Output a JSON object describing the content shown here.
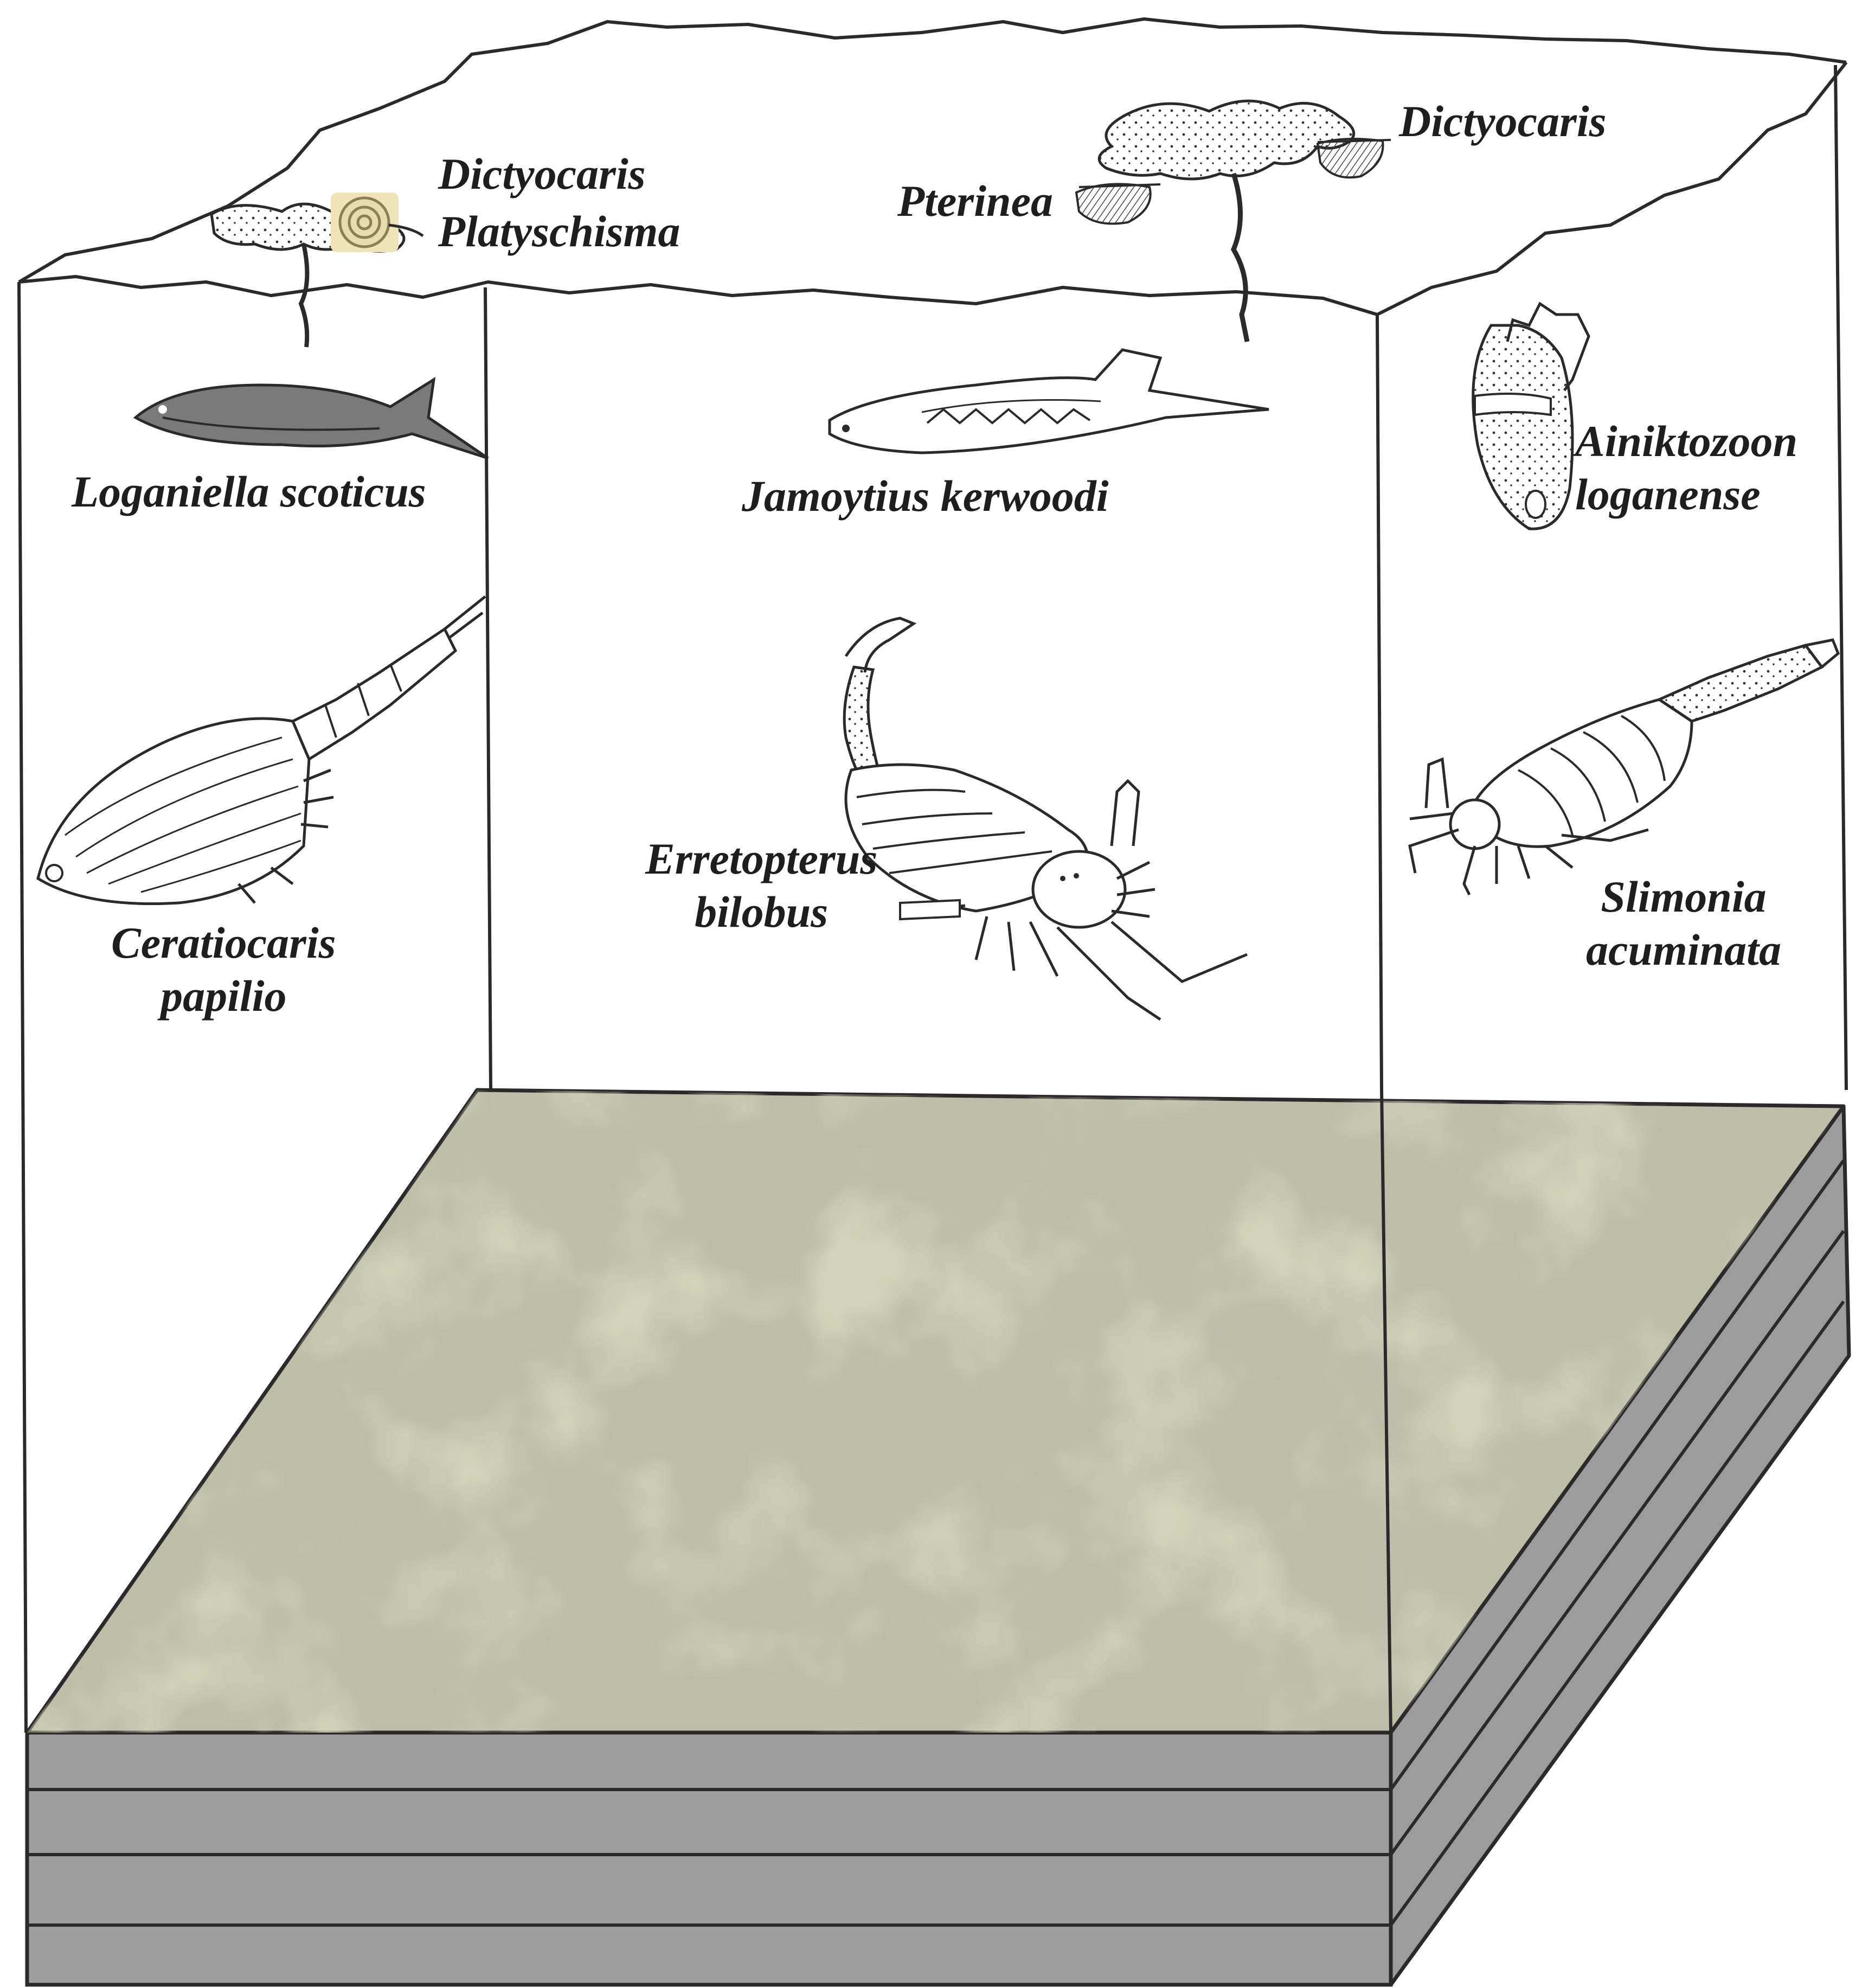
{
  "colors": {
    "line": "#2a2a2a",
    "sediment_surface": "#b8b8a0",
    "sediment_mottle": "#a9ab84",
    "sediment_side": "#9c9c9c",
    "sediment_side_dark": "#8e8e8e",
    "snail": "#e8dcae",
    "bivalve": "#8a8a8a"
  },
  "labels": {
    "dictyocaris_left": "Dictyocaris",
    "platyschisma": "Platyschisma",
    "pterinea": "Pterinea",
    "dictyocaris_right": "Dictyocaris",
    "loganiella": "Loganiella scoticus",
    "jamoytius": "Jamoytius kerwoodi",
    "ainiktozoon": {
      "line1": "Ainiktozoon",
      "line2": "loganense"
    },
    "ceratiocaris": {
      "line1": "Ceratiocaris",
      "line2": "papilio"
    },
    "erretopterus": {
      "line1": "Erretopterus",
      "line2": "bilobus"
    },
    "slimonia": {
      "line1": "Slimonia",
      "line2": "acuminata"
    }
  },
  "icons": {
    "dictyocaris": "algae-frond-icon",
    "platyschisma": "snail-shell-icon",
    "pterinea": "bivalve-shell-icon",
    "loganiella": "fish-icon",
    "jamoytius": "jawless-fish-icon",
    "ainiktozoon": "ainiktozoon-icon",
    "ceratiocaris": "shrimp-icon",
    "erretopterus": "eurypterid-icon",
    "slimonia": "eurypterid-icon"
  }
}
